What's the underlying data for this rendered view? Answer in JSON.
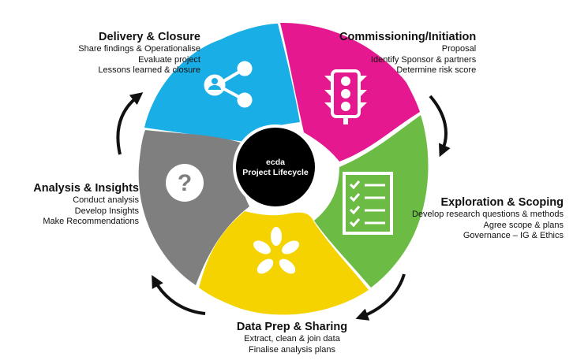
{
  "center": {
    "line1": "ecda",
    "line2": "Project Lifecycle"
  },
  "stages": {
    "delivery": {
      "title": "Delivery & Closure",
      "items": [
        "Share findings & Operationalise",
        "Evaluate project",
        "Lessons learned & closure"
      ],
      "color": "#1aaee6",
      "icon": "share-icon"
    },
    "commission": {
      "title": "Commissioning/Initiation",
      "items": [
        "Proposal",
        "Identify Sponsor & partners",
        "Determine risk score"
      ],
      "color": "#e5188f",
      "icon": "traffic-light-icon"
    },
    "explore": {
      "title": "Exploration & Scoping",
      "items": [
        "Develop research questions & methods",
        "Agree scope & plans",
        "Governance – IG & Ethics"
      ],
      "color": "#6bbb45",
      "icon": "checklist-icon"
    },
    "dataprep": {
      "title": "Data Prep & Sharing",
      "items": [
        "Extract, clean & join data",
        "Finalise analysis plans"
      ],
      "color": "#f5d300",
      "icon": "joined-hands-icon"
    },
    "analysis": {
      "title": "Analysis & Insights",
      "items": [
        "Conduct analysis",
        "Develop Insights",
        "Make Recommendations"
      ],
      "color": "#7f7f7f",
      "icon": "question-icon"
    }
  }
}
